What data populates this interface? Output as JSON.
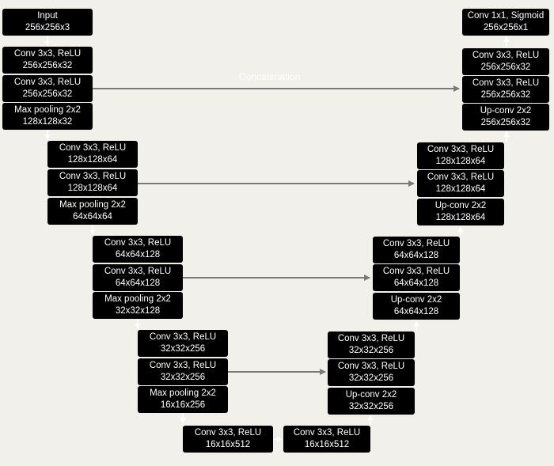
{
  "blocks": {
    "input": {
      "l1": "Input",
      "l2": "256x256x3"
    },
    "e1c1": {
      "l1": "Conv 3x3, ReLU",
      "l2": "256x256x32"
    },
    "e1c2": {
      "l1": "Conv 3x3, ReLU",
      "l2": "256x256x32"
    },
    "e1p": {
      "l1": "Max pooling 2x2",
      "l2": "128x128x32"
    },
    "e2c1": {
      "l1": "Conv 3x3, ReLU",
      "l2": "128x128x64"
    },
    "e2c2": {
      "l1": "Conv 3x3, ReLU",
      "l2": "128x128x64"
    },
    "e2p": {
      "l1": "Max pooling 2x2",
      "l2": "64x64x64"
    },
    "e3c1": {
      "l1": "Conv 3x3, ReLU",
      "l2": "64x64x128"
    },
    "e3c2": {
      "l1": "Conv 3x3, ReLU",
      "l2": "64x64x128"
    },
    "e3p": {
      "l1": "Max pooling 2x2",
      "l2": "32x32x128"
    },
    "e4c1": {
      "l1": "Conv 3x3, ReLU",
      "l2": "32x32x256"
    },
    "e4c2": {
      "l1": "Conv 3x3, ReLU",
      "l2": "32x32x256"
    },
    "e4p": {
      "l1": "Max pooling 2x2",
      "l2": "16x16x256"
    },
    "b1": {
      "l1": "Conv 3x3, ReLU",
      "l2": "16x16x512"
    },
    "b2": {
      "l1": "Conv 3x3, ReLU",
      "l2": "16x16x512"
    },
    "d4c1": {
      "l1": "Conv 3x3, ReLU",
      "l2": "32x32x256"
    },
    "d4c2": {
      "l1": "Conv 3x3, ReLU",
      "l2": "32x32x256"
    },
    "d4u": {
      "l1": "Up-conv 2x2",
      "l2": "32x32x256"
    },
    "d3c1": {
      "l1": "Conv 3x3, ReLU",
      "l2": "64x64x128"
    },
    "d3c2": {
      "l1": "Conv 3x3, ReLU",
      "l2": "64x64x128"
    },
    "d3u": {
      "l1": "Up-conv 2x2",
      "l2": "64x64x128"
    },
    "d2c1": {
      "l1": "Conv 3x3, ReLU",
      "l2": "128x128x64"
    },
    "d2c2": {
      "l1": "Conv 3x3, ReLU",
      "l2": "128x128x64"
    },
    "d2u": {
      "l1": "Up-conv 2x2",
      "l2": "128x128x64"
    },
    "out": {
      "l1": "Conv 1x1, Sigmoid",
      "l2": "256x256x1"
    },
    "d1c1": {
      "l1": "Conv 3x3, ReLU",
      "l2": "256x256x32"
    },
    "d1c2": {
      "l1": "Conv 3x3, ReLU",
      "l2": "256x256x32"
    },
    "d1u": {
      "l1": "Up-conv 2x2",
      "l2": "256x256x32"
    }
  },
  "concat_label": "Concatenation",
  "colors": {
    "background": "#f2f0eb",
    "block": "#000000",
    "text": "#ffffff",
    "arrow": "#7a7a7a"
  }
}
